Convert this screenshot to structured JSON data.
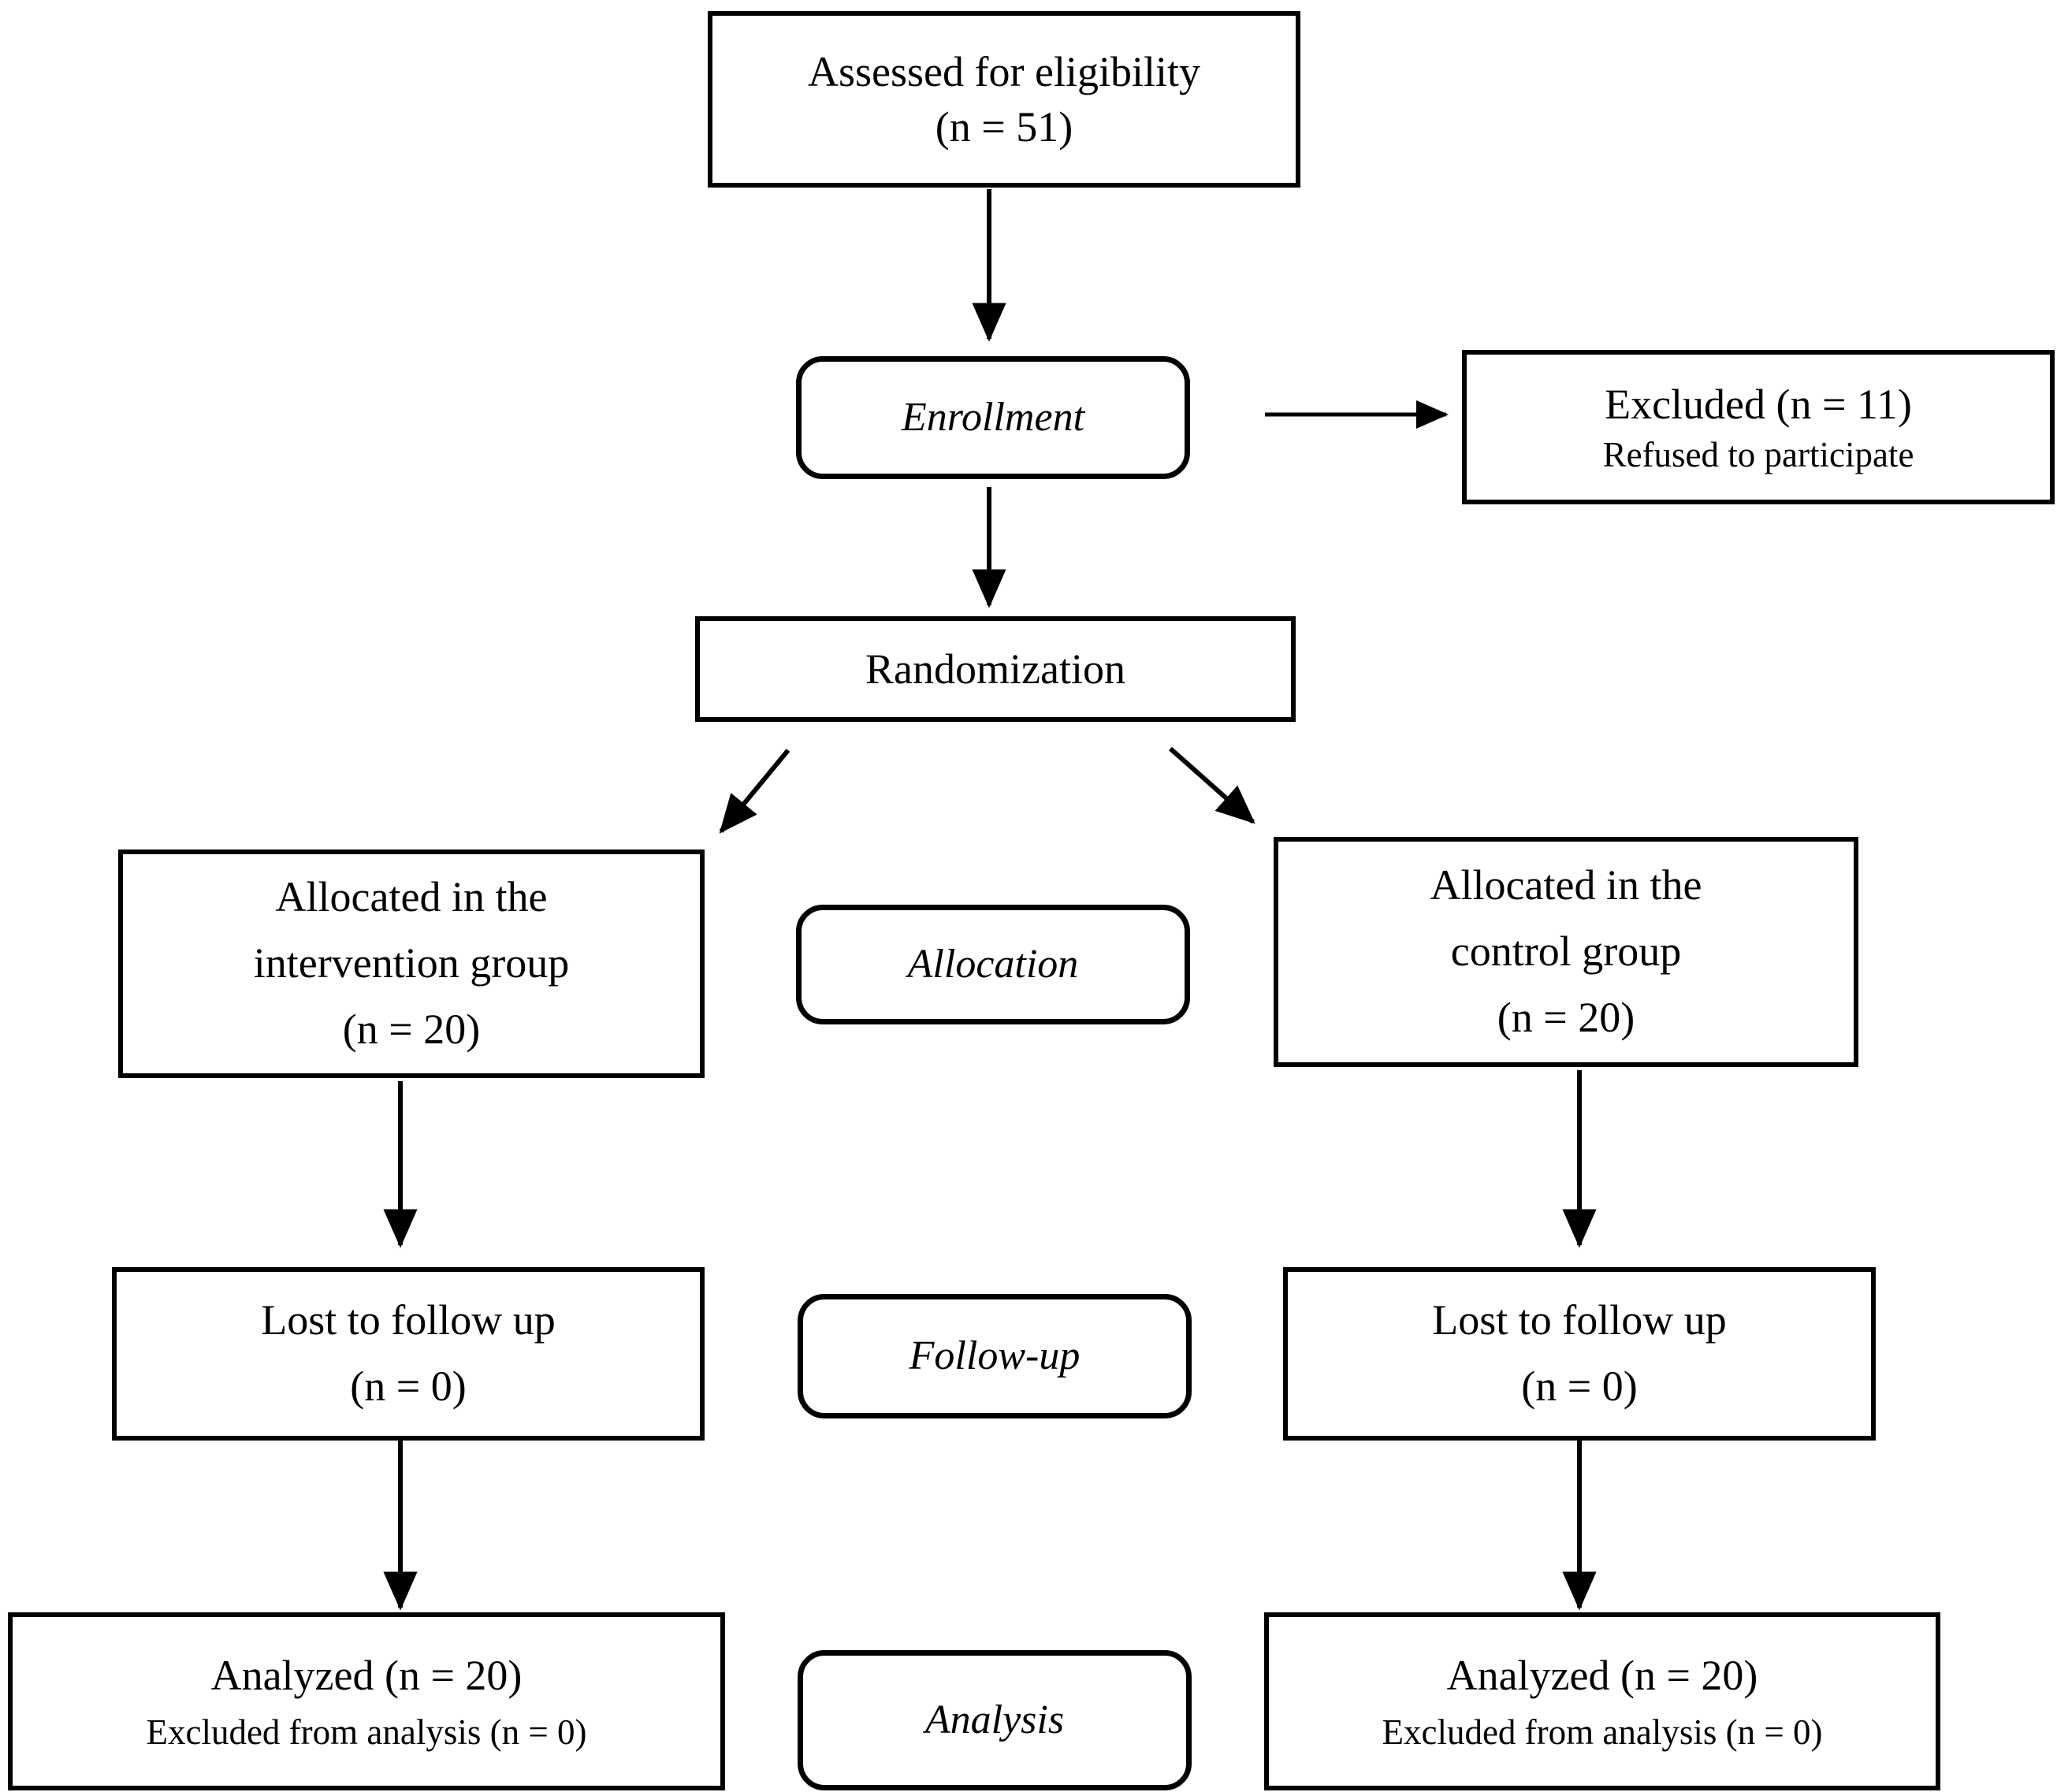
{
  "diagram": {
    "type": "CONSORT participant flow diagram",
    "nodes": {
      "assessed": {
        "line1": "Assessed for eligibility",
        "line2": "(n = 51)"
      },
      "enrollment_label": {
        "label": "Enrollment"
      },
      "excluded": {
        "line1": "Excluded (n = 11)",
        "line2": "Refused to participate"
      },
      "randomization": {
        "line1": "Randomization"
      },
      "allocated_intervention": {
        "line1": "Allocated in the",
        "line2": "intervention group",
        "line3": "(n = 20)"
      },
      "allocation_label": {
        "label": "Allocation"
      },
      "allocated_control": {
        "line1": "Allocated in the",
        "line2": "control group",
        "line3": "(n = 20)"
      },
      "lost_left": {
        "line1": "Lost to follow up",
        "line2": "(n = 0)"
      },
      "followup_label": {
        "label": "Follow-up"
      },
      "lost_right": {
        "line1": "Lost to follow up",
        "line2": "(n = 0)"
      },
      "analyzed_left": {
        "line1": "Analyzed (n = 20)",
        "line2": "Excluded from analysis (n = 0)"
      },
      "analysis_label": {
        "label": "Analysis"
      },
      "analyzed_right": {
        "line1": "Analyzed (n = 20)",
        "line2": "Excluded from analysis (n = 0)"
      }
    },
    "colors": {
      "stroke": "#000000",
      "background": "#ffffff",
      "text": "#000000"
    }
  }
}
